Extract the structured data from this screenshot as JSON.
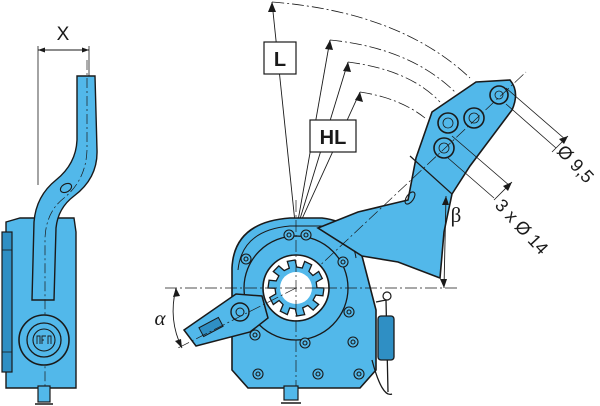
{
  "labels": {
    "x": "X",
    "l": "L",
    "hl": "HL",
    "beta": "β",
    "alpha": "α",
    "dia_small": "Ø 9,5",
    "dia_holes": "3 x Ø 14"
  },
  "colors": {
    "part_fill": "#52b8ea",
    "part_dark": "#2f8fc4",
    "outline": "#1a1a1a"
  }
}
